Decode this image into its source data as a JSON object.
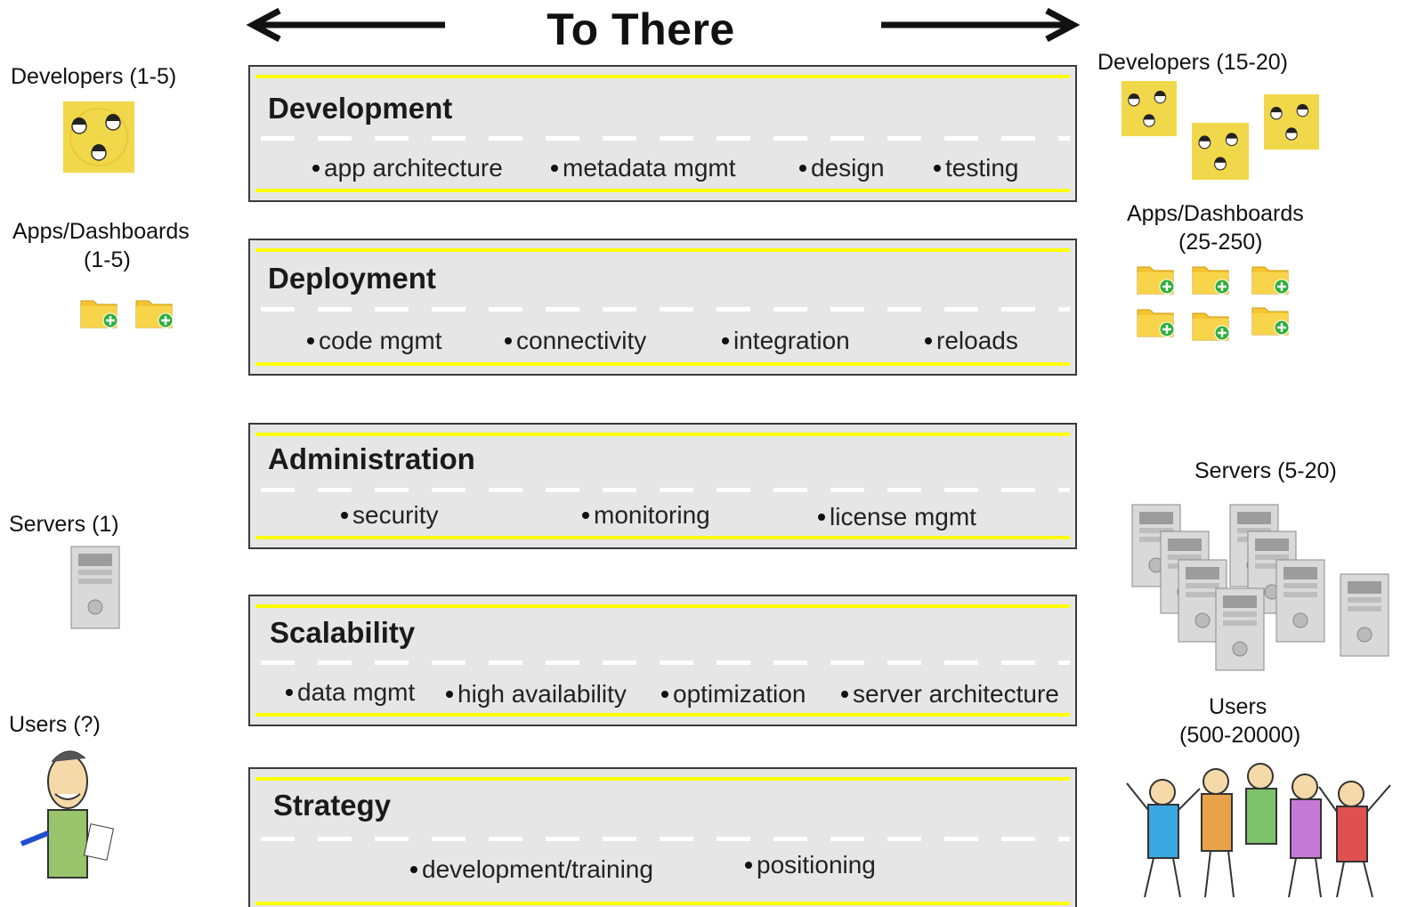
{
  "title": "To There",
  "left": {
    "developers": "Developers (1-5)",
    "apps_line1": "Apps/Dashboards",
    "apps_line2": "(1-5)",
    "servers": "Servers (1)",
    "users": "Users (?)"
  },
  "right": {
    "developers": "Developers (15-20)",
    "apps_line1": "Apps/Dashboards",
    "apps_line2": "(25-250)",
    "servers": "Servers (5-20)",
    "users_line1": "Users",
    "users_line2": "(500-20000)"
  },
  "lanes": [
    {
      "title": "Development",
      "items": [
        "app architecture",
        "metadata mgmt",
        "design",
        "testing"
      ]
    },
    {
      "title": "Deployment",
      "items": [
        "code mgmt",
        "connectivity",
        "integration",
        "reloads"
      ]
    },
    {
      "title": "Administration",
      "items": [
        "security",
        "monitoring",
        "license mgmt"
      ]
    },
    {
      "title": "Scalability",
      "items": [
        "data mgmt",
        "high availability",
        "optimization",
        "server architecture"
      ]
    },
    {
      "title": "Strategy",
      "items": [
        "development/training",
        "positioning"
      ]
    }
  ],
  "colors": {
    "lane_bg": "#e6e6e6",
    "lane_line": "#ffff00",
    "developer_tile": "#f0d84a",
    "folder": "#f5c531"
  }
}
